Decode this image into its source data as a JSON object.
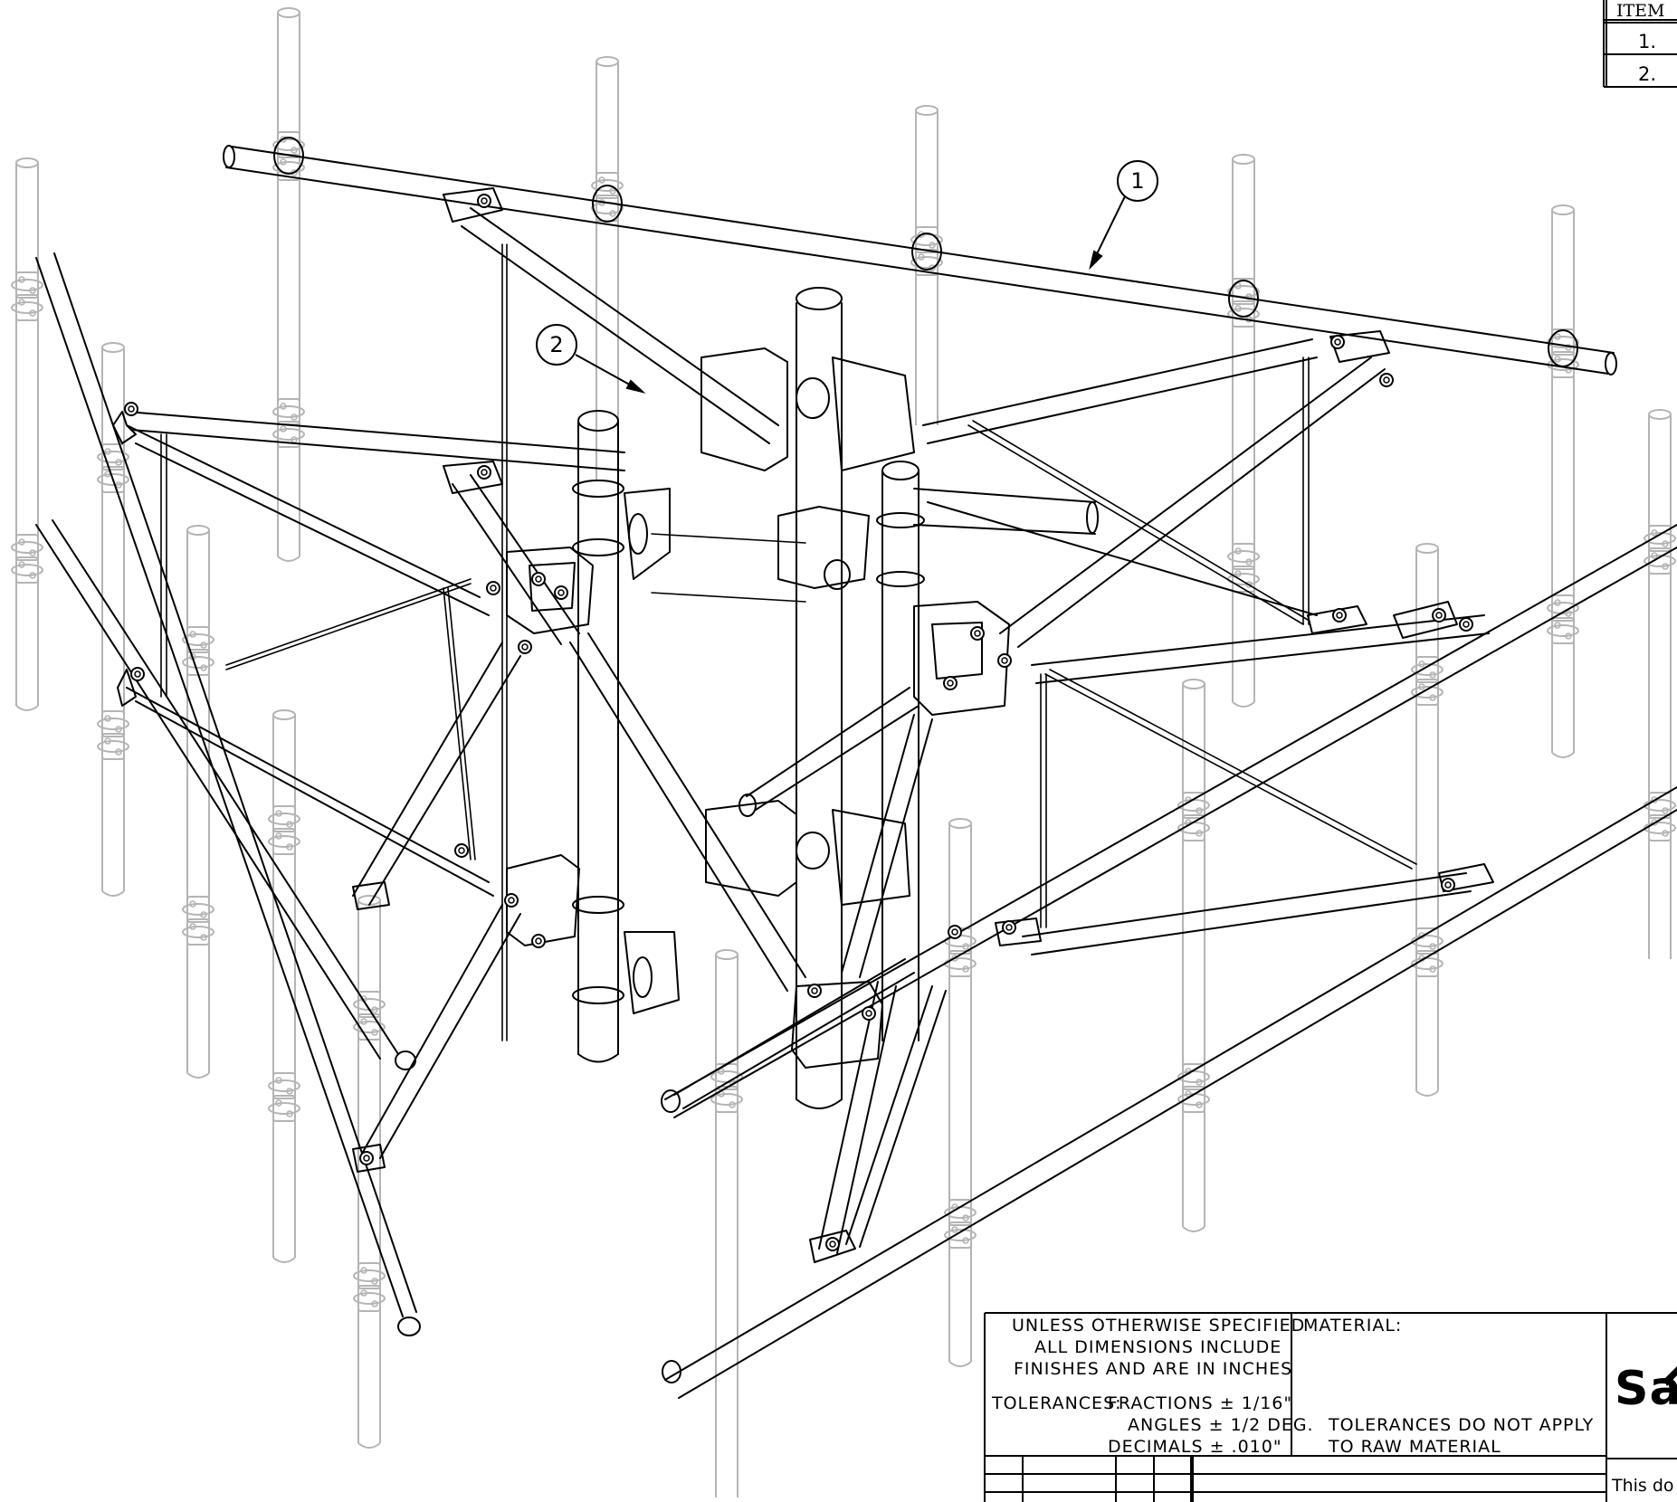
{
  "bom": {
    "header": "ITEM",
    "rows": [
      "1.",
      "2."
    ]
  },
  "balloons": [
    "1",
    "2"
  ],
  "title_block": {
    "general_notes": [
      "UNLESS OTHERWISE SPECIFIED",
      "ALL DIMENSIONS INCLUDE",
      "FINISHES AND ARE IN INCHES"
    ],
    "tolerances_label": "TOLERANCES:",
    "tolerances": [
      "FRACTIONS ± 1/16\"",
      "ANGLES ± 1/2 DEG.",
      "DECIMALS ± .010\""
    ],
    "material_label": "MATERIAL:",
    "material_note": [
      "TOLERANCES DO NOT APPLY",
      "TO RAW MATERIAL"
    ],
    "logo_text": "Sa",
    "document_text": "This do"
  },
  "colors": {
    "line": "#000000",
    "ghost_line": "#b4b4b4",
    "background": "#ffffff"
  }
}
